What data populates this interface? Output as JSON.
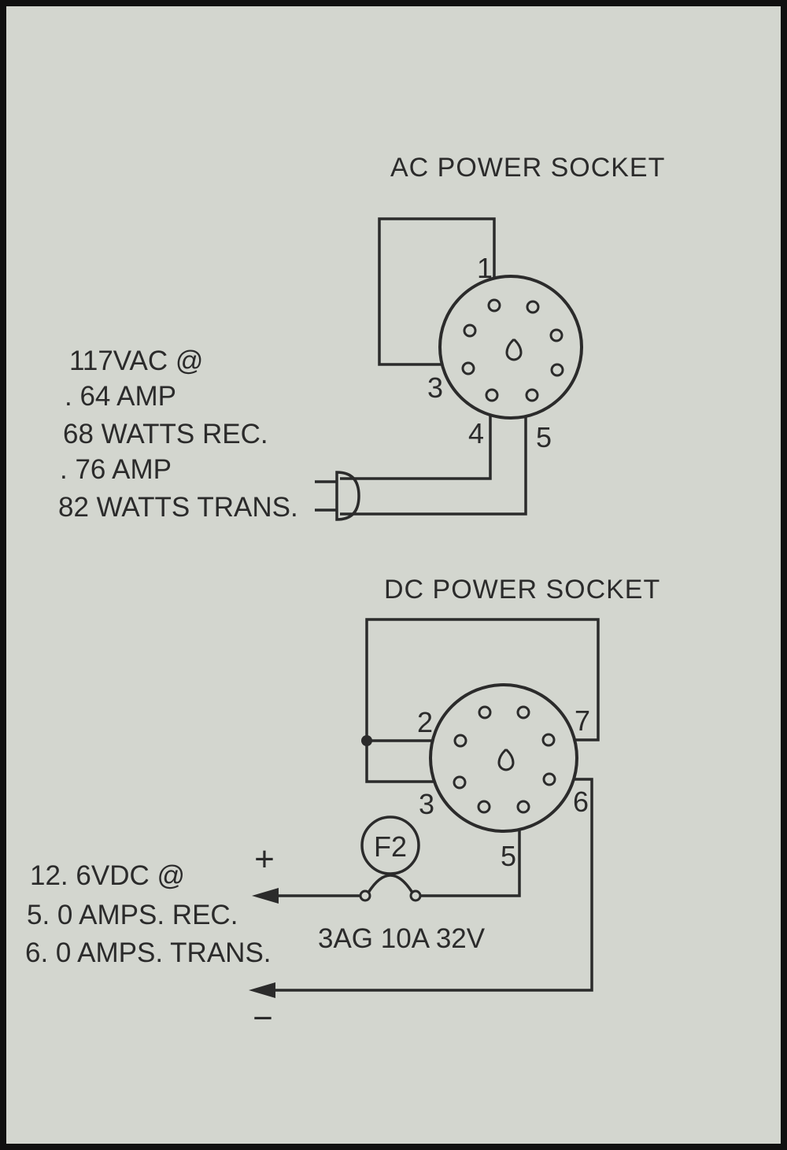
{
  "ac": {
    "title": "AC POWER SOCKET",
    "specs": [
      "117VAC @",
      ". 64 AMP",
      "68 WATTS REC.",
      ". 76 AMP",
      "82 WATTS TRANS."
    ],
    "pins": {
      "p1": "1",
      "p3": "3",
      "p4": "4",
      "p5": "5"
    }
  },
  "dc": {
    "title": "DC POWER SOCKET",
    "specs": [
      "12. 6VDC @",
      "5. 0 AMPS.  REC.",
      "6. 0 AMPS.  TRANS."
    ],
    "pins": {
      "p2": "2",
      "p3": "3",
      "p5": "5",
      "p6": "6",
      "p7": "7"
    },
    "fuse_label": "F2",
    "fuse_rating": "3AG 10A 32V",
    "plus": "+",
    "minus": "−"
  }
}
